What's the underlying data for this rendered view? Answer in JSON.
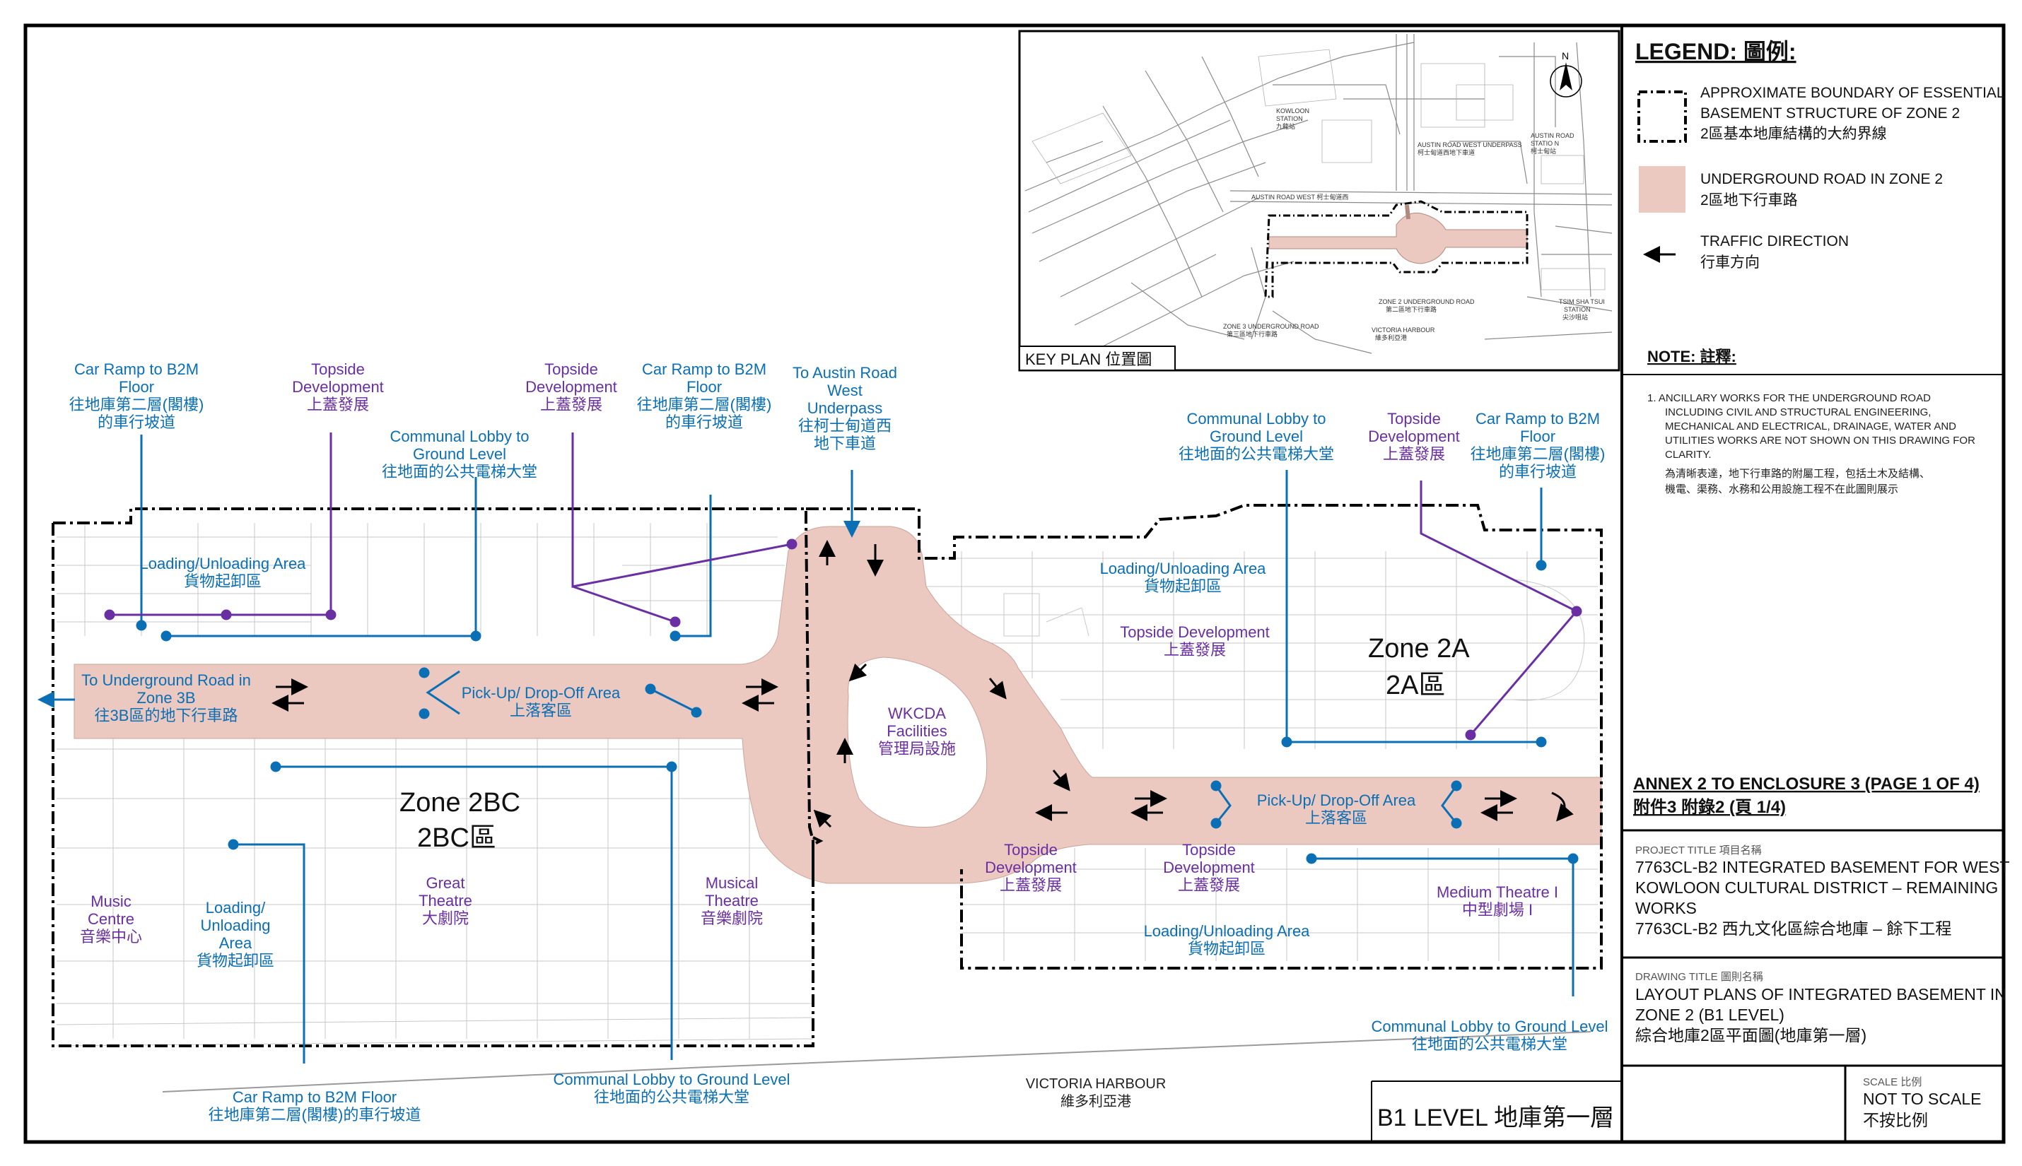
{
  "legend": {
    "heading": "LEGEND: 圖例:",
    "boundary_en_1": "APPROXIMATE BOUNDARY OF ESSENTIAL",
    "boundary_en_2": "BASEMENT STRUCTURE OF ZONE 2",
    "boundary_zh": "2區基本地庫結構的大約界線",
    "road_en": "UNDERGROUND ROAD IN ZONE 2",
    "road_zh": "2區地下行車路",
    "traffic_en": "TRAFFIC DIRECTION",
    "traffic_zh": "行車方向"
  },
  "note": {
    "heading": "NOTE: 註釋:",
    "en_lines": [
      "1.  ANCILLARY WORKS FOR THE UNDERGROUND ROAD",
      "INCLUDING CIVIL AND STRUCTURAL ENGINEERING,",
      "MECHANICAL AND ELECTRICAL, DRAINAGE, WATER AND",
      "UTILITIES WORKS ARE NOT SHOWN ON THIS DRAWING FOR",
      "CLARITY."
    ],
    "zh_lines": [
      "為清晰表達，地下行車路的附屬工程，包括土木及結構、",
      "機電、渠務、水務和公用設施工程不在此圖則展示"
    ]
  },
  "annex": {
    "en": "ANNEX 2 TO ENCLOSURE 3 (PAGE 1 OF 4)",
    "zh": "附件3 附錄2 (頁 1/4)"
  },
  "project": {
    "label": "PROJECT TITLE 項目名稱",
    "lines": [
      "7763CL-B2 INTEGRATED BASEMENT FOR WEST",
      "KOWLOON CULTURAL DISTRICT – REMAINING",
      "WORKS",
      "7763CL-B2 西九文化區綜合地庫 – 餘下工程"
    ]
  },
  "drawing": {
    "label": "DRAWING TITLE 圖則名稱",
    "lines": [
      "LAYOUT PLANS OF INTEGRATED BASEMENT IN",
      "ZONE 2 (B1 LEVEL)",
      "綜合地庫2區平面圖(地庫第一層)"
    ]
  },
  "scale": {
    "label": "SCALE 比例",
    "en": "NOT TO SCALE",
    "zh": "不按比例"
  },
  "key_plan": {
    "title": "KEY PLAN 位置圖",
    "kowloon_station": [
      "KOWLOON",
      "STATION",
      "九龍站"
    ],
    "austin_station": [
      "AUSTIN ROAD",
      "STATIO N",
      "柯士甸站"
    ],
    "austin_underpass": [
      "AUSTIN ROAD WEST UNDERPASS",
      "柯士甸道西地下車道"
    ],
    "austin_road_west": "AUSTIN ROAD WEST 柯士甸道西",
    "zone2_road": [
      "ZONE 2 UNDERGROUND ROAD",
      "第二區地下行車路"
    ],
    "zone3_road": [
      "ZONE 3 UNDERGROUND ROAD",
      "第三區地下行車路"
    ],
    "harbour": [
      "VICTORIA HARBOUR",
      "維多利亞港"
    ],
    "tsim_sha_tsui": [
      "TSIM SHA TSUI",
      "STATION",
      "尖沙咀站"
    ],
    "north": "N"
  },
  "plan": {
    "zone_2bc": [
      "Zone 2BC",
      "2BC區"
    ],
    "zone_2a": [
      "Zone 2A",
      "2A區"
    ],
    "b1_level": "B1 LEVEL 地庫第一層",
    "victoria_harbour": [
      "VICTORIA HARBOUR",
      "維多利亞港"
    ],
    "labels": {
      "car_ramp_1": [
        "Car Ramp to B2M",
        "Floor",
        "往地庫第二層(閣樓)",
        "的車行坡道"
      ],
      "topside_1": [
        "Topside",
        "Development",
        "上蓋發展"
      ],
      "communal_1": [
        "Communal Lobby to",
        "Ground Level",
        "往地面的公共電梯大堂"
      ],
      "topside_2": [
        "Topside",
        "Development",
        "上蓋發展"
      ],
      "car_ramp_2": [
        "Car Ramp to B2M",
        "Floor",
        "往地庫第二層(閣樓)",
        "的車行坡道"
      ],
      "austin_underpass": [
        "To Austin Road",
        "West",
        "Underpass",
        "往柯士甸道西",
        "地下車道"
      ],
      "communal_2": [
        "Communal Lobby to",
        "Ground Level",
        "往地面的公共電梯大堂"
      ],
      "topside_3": [
        "Topside",
        "Development",
        "上蓋發展"
      ],
      "car_ramp_3": [
        "Car Ramp to B2M",
        "Floor",
        "往地庫第二層(閣樓)",
        "的車行坡道"
      ],
      "loading_1": [
        "Loading/Unloading Area",
        "貨物起卸區"
      ],
      "loading_2": [
        "Loading/Unloading Area",
        "貨物起卸區"
      ],
      "topside_4": [
        "Topside Development",
        "上蓋發展"
      ],
      "to_zone3b": [
        "To Underground Road in",
        "Zone 3B",
        "往3B區的地下行車路"
      ],
      "pickup_1": [
        "Pick-Up/ Drop-Off Area",
        "上落客區"
      ],
      "wkcda": [
        "WKCDA",
        "Facilities",
        "管理局設施"
      ],
      "pickup_2": [
        "Pick-Up/ Drop-Off Area",
        "上落客區"
      ],
      "music_centre": [
        "Music",
        "Centre",
        "音樂中心"
      ],
      "loading_3": [
        "Loading/",
        "Unloading",
        "Area",
        "貨物起卸區"
      ],
      "great_theatre": [
        "Great",
        "Theatre",
        "大劇院"
      ],
      "musical_theatre": [
        "Musical",
        "Theatre",
        "音樂劇院"
      ],
      "topside_5": [
        "Topside",
        "Development",
        "上蓋發展"
      ],
      "topside_6": [
        "Topside",
        "Development",
        "上蓋發展"
      ],
      "loading_4": [
        "Loading/Unloading Area",
        "貨物起卸區"
      ],
      "medium_theatre": [
        "Medium Theatre I",
        "中型劇場 I"
      ],
      "communal_3": [
        "Communal Lobby to Ground Level",
        "往地面的公共電梯大堂"
      ],
      "car_ramp_4": [
        "Car Ramp to B2M Floor",
        "往地庫第二層(閣樓)的車行坡道"
      ],
      "communal_4": [
        "Communal Lobby to Ground Level",
        "往地面的公共電梯大堂"
      ]
    }
  },
  "colors": {
    "road": "#ecc9c0",
    "blue": "#0a6fb5",
    "purple": "#6a2fa3",
    "border": "#000000"
  }
}
